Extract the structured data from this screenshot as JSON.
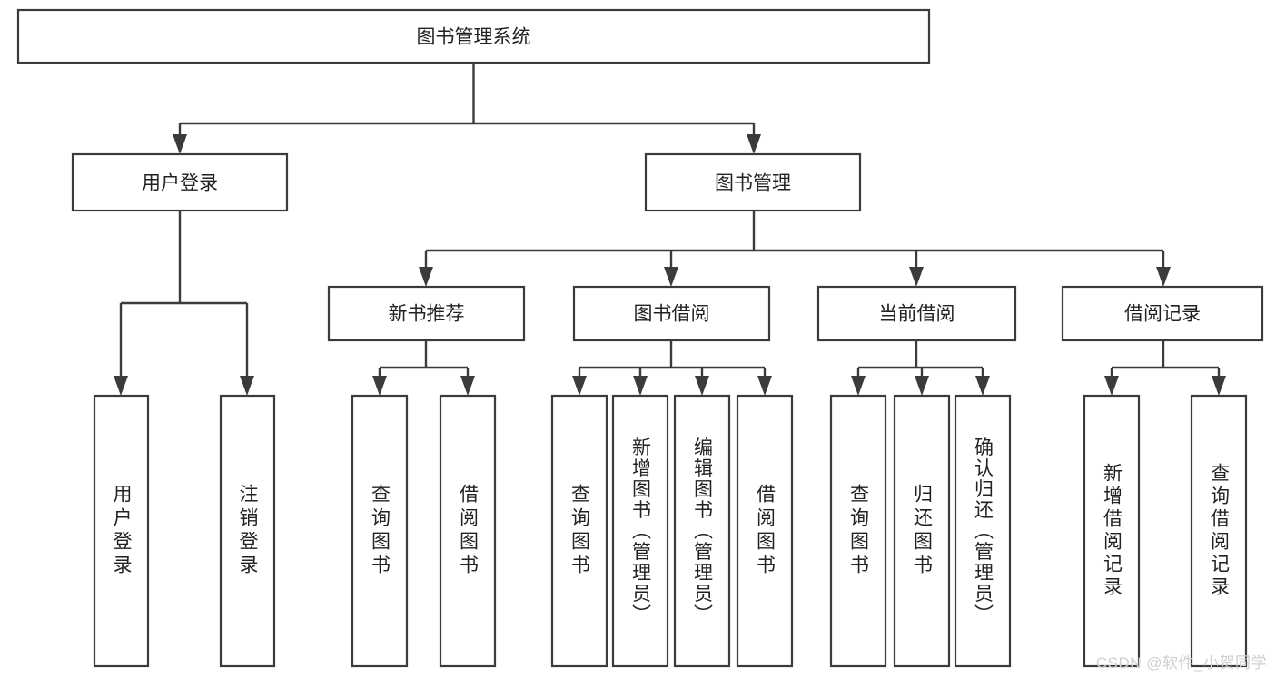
{
  "diagram": {
    "title": "图书管理系统",
    "watermark": "CSDN @软件_小贺同学",
    "stroke_color": "#3b3b3b",
    "text_color": "#222222",
    "background_color": "#ffffff",
    "watermark_color": "#cfcfcf"
  },
  "nodes": {
    "root": {
      "label": "图书管理系统"
    },
    "level2": [
      {
        "label": "用户登录"
      },
      {
        "label": "图书管理"
      }
    ],
    "level3": [
      {
        "label": "新书推荐"
      },
      {
        "label": "图书借阅"
      },
      {
        "label": "当前借阅"
      },
      {
        "label": "借阅记录"
      }
    ],
    "leaves_user_login": [
      {
        "label": "用户登录"
      },
      {
        "label": "注销登录"
      }
    ],
    "leaves_new_book": [
      {
        "label": "查询图书"
      },
      {
        "label": "借阅图书"
      }
    ],
    "leaves_borrow": [
      {
        "label": "查询图书"
      },
      {
        "label": "新增图书（管理员）"
      },
      {
        "label": "编辑图书（管理员）"
      },
      {
        "label": "借阅图书"
      }
    ],
    "leaves_current": [
      {
        "label": "查询图书"
      },
      {
        "label": "归还图书"
      },
      {
        "label": "确认归还（管理员）"
      }
    ],
    "leaves_records": [
      {
        "label": "新增借阅记录"
      },
      {
        "label": "查询借阅记录"
      }
    ]
  },
  "chart_data": {
    "type": "diagram",
    "diagram_kind": "tree-hierarchy",
    "title": "图书管理系统",
    "orientation": "top-down",
    "tree": {
      "label": "图书管理系统",
      "children": [
        {
          "label": "用户登录",
          "children": [
            {
              "label": "用户登录",
              "children": []
            },
            {
              "label": "注销登录",
              "children": []
            }
          ]
        },
        {
          "label": "图书管理",
          "children": [
            {
              "label": "新书推荐",
              "children": [
                {
                  "label": "查询图书",
                  "children": []
                },
                {
                  "label": "借阅图书",
                  "children": []
                }
              ]
            },
            {
              "label": "图书借阅",
              "children": [
                {
                  "label": "查询图书",
                  "children": []
                },
                {
                  "label": "新增图书（管理员）",
                  "children": []
                },
                {
                  "label": "编辑图书（管理员）",
                  "children": []
                },
                {
                  "label": "借阅图书",
                  "children": []
                }
              ]
            },
            {
              "label": "当前借阅",
              "children": [
                {
                  "label": "查询图书",
                  "children": []
                },
                {
                  "label": "归还图书",
                  "children": []
                },
                {
                  "label": "确认归还（管理员）",
                  "children": []
                }
              ]
            },
            {
              "label": "借阅记录",
              "children": [
                {
                  "label": "新增借阅记录",
                  "children": []
                },
                {
                  "label": "查询借阅记录",
                  "children": []
                }
              ]
            }
          ]
        }
      ]
    }
  }
}
